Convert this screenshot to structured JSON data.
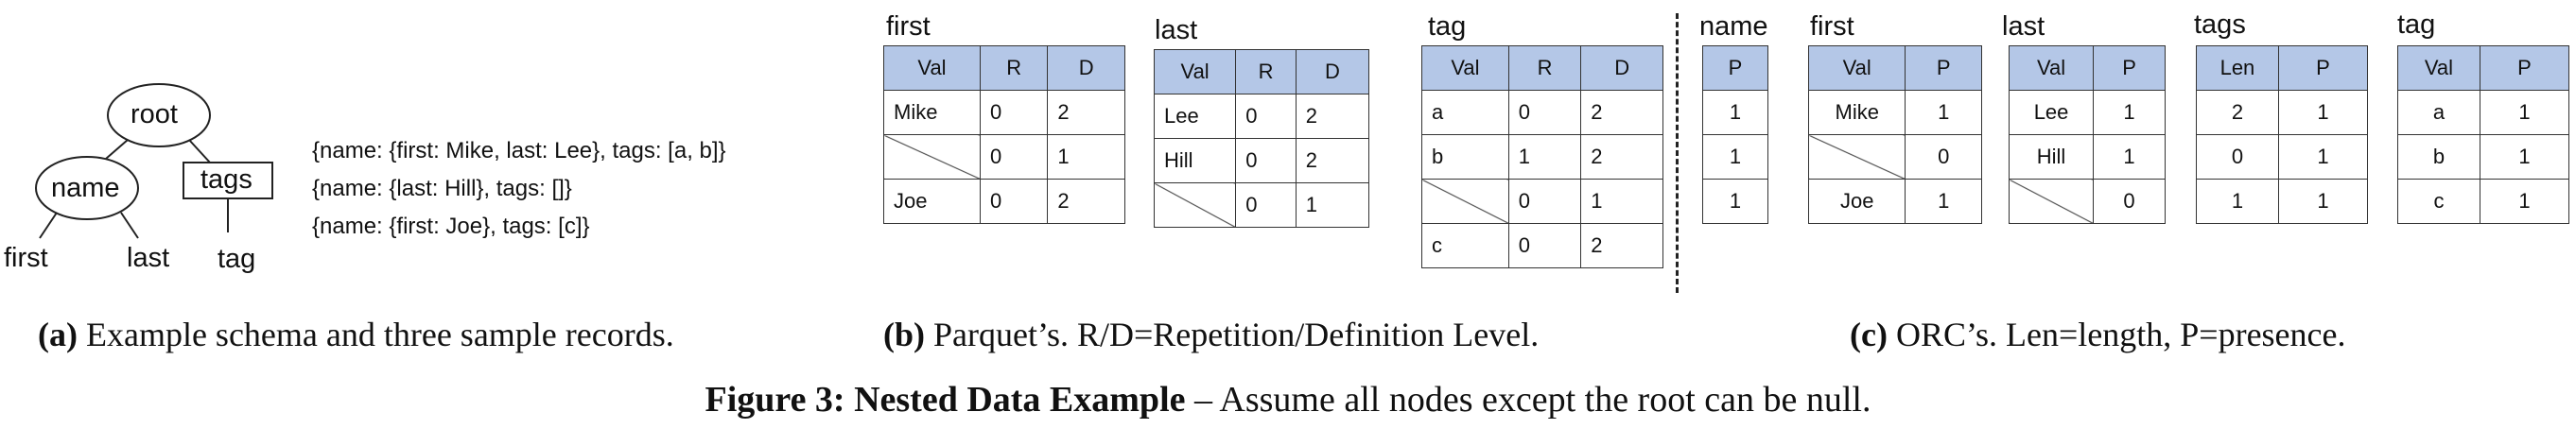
{
  "schema": {
    "root": "root",
    "name": "name",
    "tags": "tags",
    "first": "first",
    "last": "last",
    "tag": "tag"
  },
  "records": [
    "{name: {first: Mike, last: Lee},  tags: [a, b]}",
    "{name: {last: Hill},  tags: []}",
    "{name: {first: Joe},  tags: [c]}"
  ],
  "parquet": {
    "first": {
      "title": "first",
      "headers": [
        "Val",
        "R",
        "D"
      ],
      "rows": [
        [
          "Mike",
          "0",
          "2"
        ],
        [
          "",
          "0",
          "1"
        ],
        [
          "Joe",
          "0",
          "2"
        ]
      ]
    },
    "last": {
      "title": "last",
      "headers": [
        "Val",
        "R",
        "D"
      ],
      "rows": [
        [
          "Lee",
          "0",
          "2"
        ],
        [
          "Hill",
          "0",
          "2"
        ],
        [
          "",
          "0",
          "1"
        ]
      ]
    },
    "tag": {
      "title": "tag",
      "headers": [
        "Val",
        "R",
        "D"
      ],
      "rows": [
        [
          "a",
          "0",
          "2"
        ],
        [
          "b",
          "1",
          "2"
        ],
        [
          "",
          "0",
          "1"
        ],
        [
          "c",
          "0",
          "2"
        ]
      ]
    }
  },
  "orc": {
    "name": {
      "title": "name",
      "headers": [
        "P"
      ],
      "rows": [
        [
          "1"
        ],
        [
          "1"
        ],
        [
          "1"
        ]
      ]
    },
    "first": {
      "title": "first",
      "headers": [
        "Val",
        "P"
      ],
      "rows": [
        [
          "Mike",
          "1"
        ],
        [
          "",
          "0"
        ],
        [
          "Joe",
          "1"
        ]
      ]
    },
    "last": {
      "title": "last",
      "headers": [
        "Val",
        "P"
      ],
      "rows": [
        [
          "Lee",
          "1"
        ],
        [
          "Hill",
          "1"
        ],
        [
          "",
          "0"
        ]
      ]
    },
    "tags": {
      "title": "tags",
      "headers": [
        "Len",
        "P"
      ],
      "rows": [
        [
          "2",
          "1"
        ],
        [
          "0",
          "1"
        ],
        [
          "1",
          "1"
        ]
      ]
    },
    "tag": {
      "title": "tag",
      "headers": [
        "Val",
        "P"
      ],
      "rows": [
        [
          "a",
          "1"
        ],
        [
          "b",
          "1"
        ],
        [
          "c",
          "1"
        ]
      ]
    }
  },
  "captions": {
    "a_label": "(a)",
    "a_text": " Example schema and three sample records.",
    "b_label": "(b)",
    "b_text": " Parquet’s. R/D=Repetition/Definition Level.",
    "c_label": "(c)",
    "c_text": " ORC’s. Len=length, P=presence."
  },
  "figure": {
    "label": "Figure 3: Nested Data Example",
    "text": " – Assume all nodes except the root can be null."
  }
}
